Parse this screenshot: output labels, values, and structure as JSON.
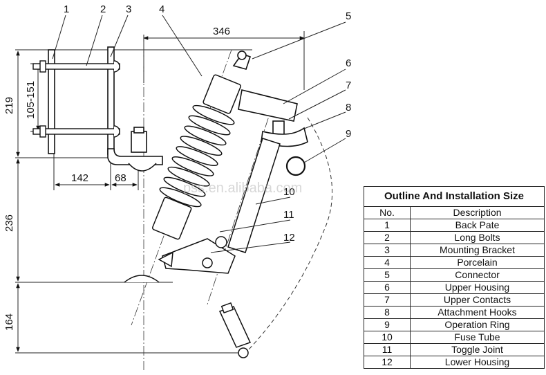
{
  "dimensions": {
    "d346": "346",
    "d219": "219",
    "d105_151": "105-151",
    "d142": "142",
    "d68": "68",
    "d236": "236",
    "d164": "164"
  },
  "callouts": [
    "1",
    "2",
    "3",
    "4",
    "5",
    "6",
    "7",
    "8",
    "9",
    "10",
    "11",
    "12"
  ],
  "watermark": "pss.en.alibaba.com",
  "table": {
    "title": "Outline And Installation Size",
    "headers": [
      "No.",
      "Description"
    ],
    "rows": [
      {
        "no": "1",
        "desc": "Back Pate"
      },
      {
        "no": "2",
        "desc": "Long Bolts"
      },
      {
        "no": "3",
        "desc": "Mounting Bracket"
      },
      {
        "no": "4",
        "desc": "Porcelain"
      },
      {
        "no": "5",
        "desc": "Connector"
      },
      {
        "no": "6",
        "desc": "Upper Housing"
      },
      {
        "no": "7",
        "desc": "Upper Contacts"
      },
      {
        "no": "8",
        "desc": "Attachment Hooks"
      },
      {
        "no": "9",
        "desc": "Operation Ring"
      },
      {
        "no": "10",
        "desc": "Fuse Tube"
      },
      {
        "no": "11",
        "desc": "Toggle Joint"
      },
      {
        "no": "12",
        "desc": "Lower Housing"
      }
    ]
  }
}
